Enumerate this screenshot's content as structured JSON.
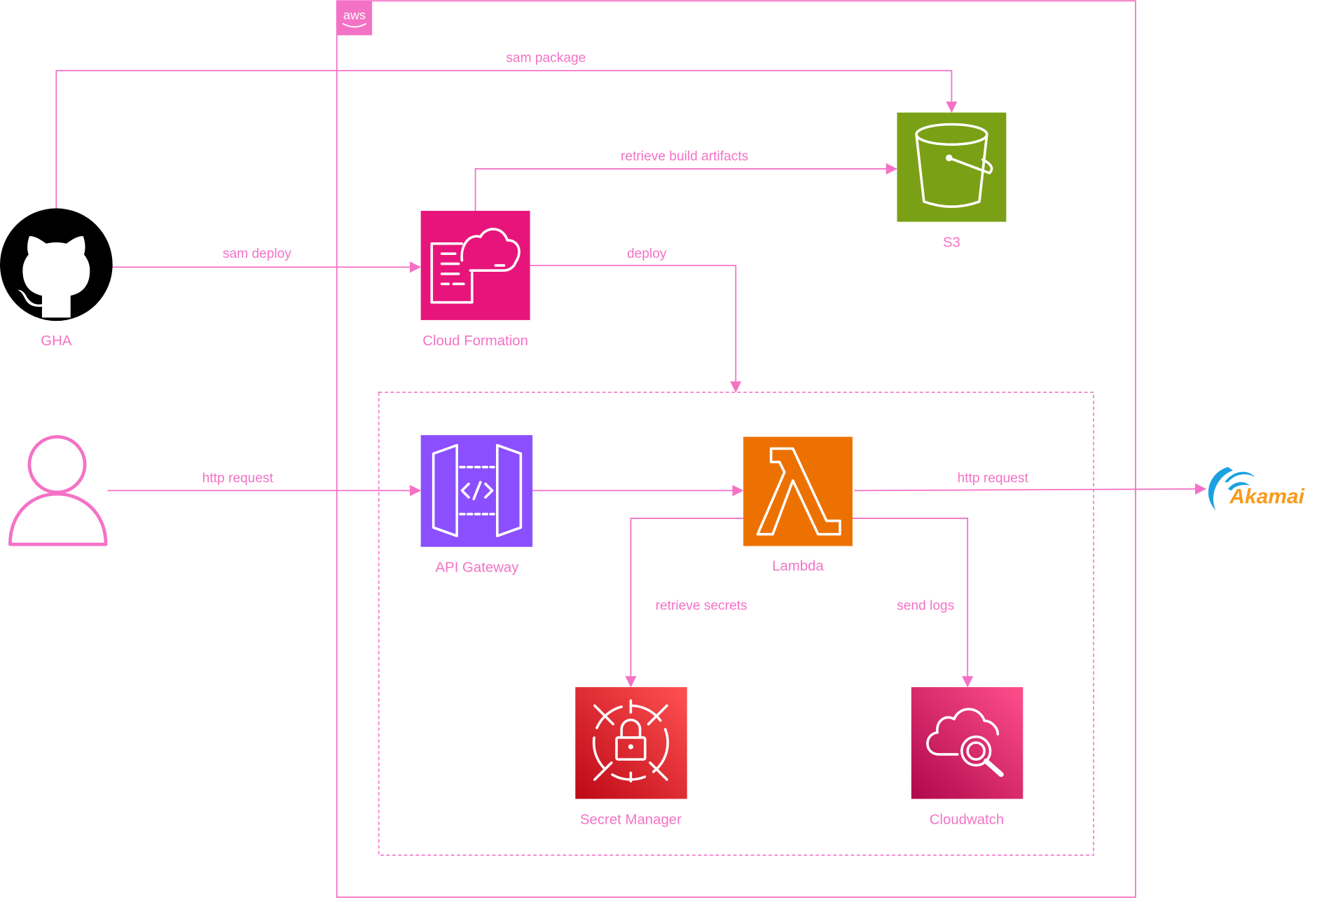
{
  "colors": {
    "accent": "#f472c6",
    "s3": "#7AA116",
    "cloudformation": "#E7157B",
    "api_gateway": "#8C4FFF",
    "lambda": "#ED7100",
    "secret_manager": "#DD344C",
    "cloudwatch": "#E7157B",
    "akamai_blue": "#1ba0e1",
    "akamai_orange": "#f99a1c"
  },
  "groups": {
    "aws_cloud": {
      "logo": "aws"
    },
    "app_group": {
      "style": "dashed"
    }
  },
  "nodes": {
    "gha": {
      "label": "GHA",
      "icon": "github-icon"
    },
    "user": {
      "label": "",
      "icon": "user-icon"
    },
    "s3": {
      "label": "S3",
      "icon": "s3-bucket-icon"
    },
    "cloudformation": {
      "label": "Cloud Formation",
      "icon": "cloudformation-icon"
    },
    "api_gateway": {
      "label": "API Gateway",
      "icon": "api-gateway-icon"
    },
    "lambda": {
      "label": "Lambda",
      "icon": "lambda-icon"
    },
    "secret_manager": {
      "label": "Secret Manager",
      "icon": "secrets-manager-icon"
    },
    "cloudwatch": {
      "label": "Cloudwatch",
      "icon": "cloudwatch-icon"
    },
    "akamai": {
      "logo": "Akamai"
    }
  },
  "edges": [
    {
      "from": "gha",
      "to": "s3",
      "label": "sam package"
    },
    {
      "from": "cloudformation",
      "to": "s3",
      "label": "retrieve build artifacts"
    },
    {
      "from": "gha",
      "to": "cloudformation",
      "label": "sam deploy"
    },
    {
      "from": "cloudformation",
      "to": "app_group",
      "label": "deploy"
    },
    {
      "from": "user",
      "to": "api_gateway",
      "label": "http request"
    },
    {
      "from": "api_gateway",
      "to": "lambda",
      "label": ""
    },
    {
      "from": "lambda",
      "to": "akamai",
      "label": "http request"
    },
    {
      "from": "lambda",
      "to": "secret_manager",
      "label": "retrieve secrets"
    },
    {
      "from": "lambda",
      "to": "cloudwatch",
      "label": "send logs"
    }
  ]
}
